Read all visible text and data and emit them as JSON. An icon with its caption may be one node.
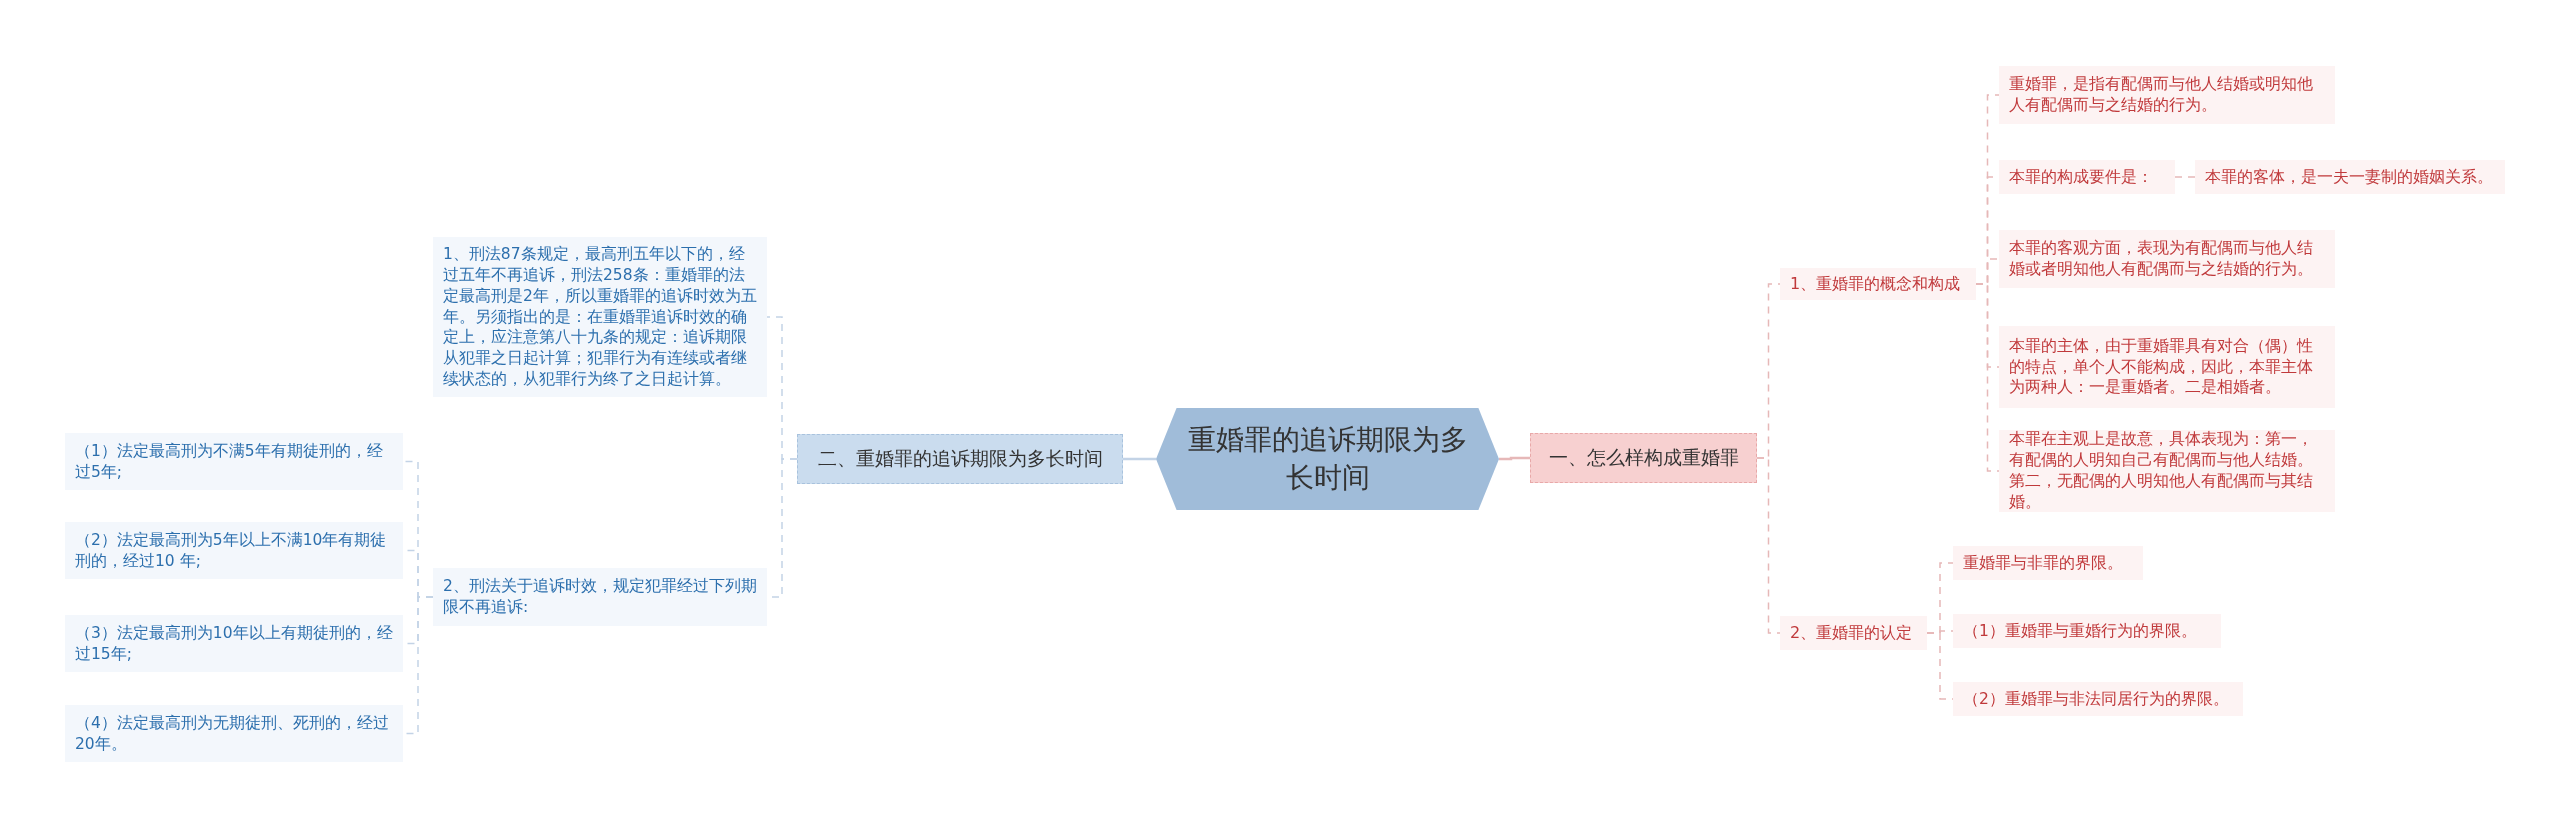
{
  "diagram": {
    "nodes": [
      {
        "text": [
          "重婚罪的追诉期限为多长时间"
        ]
      },
      {
        "text": [
          "一、怎么样构成重婚罪"
        ]
      },
      {
        "text": [
          "1、重婚罪的概念和构成"
        ]
      },
      {
        "text": [
          "重婚罪，是指有配偶而与他人结婚或明知他人有配偶而与之结婚的行为。"
        ]
      },
      {
        "text": [
          "本罪的构成要件是："
        ]
      },
      {
        "text": [
          "本罪的客体，是一夫一妻制的婚姻关系。"
        ]
      },
      {
        "text": [
          "本罪的客观方面，表现为有配偶而与他人结婚或者明知他人有配偶而与之结婚的行为。"
        ]
      },
      {
        "text": [
          "本罪的主体，由于重婚罪具有对合（偶）性的特点，单个人不能构成，因此，本罪主体为两种人：一是重婚者。二是相婚者。"
        ]
      },
      {
        "text": [
          "本罪在主观上是故意，具体表现为：第一，有配偶的人明知自己有配偶而与他人结婚。第二，无配偶的人明知他人有配偶而与其结婚。"
        ]
      },
      {
        "text": [
          "2、重婚罪的认定"
        ]
      },
      {
        "text": [
          "重婚罪与非罪的界限。"
        ]
      },
      {
        "text": [
          "（1）重婚罪与重婚行为的界限。"
        ]
      },
      {
        "text": [
          "（2）重婚罪与非法同居行为的界限。"
        ]
      },
      {
        "text": [
          "二、重婚罪的追诉期限为多长时间"
        ]
      },
      {
        "text": [
          "1、刑法87条规定，最高刑五年以下的，经过五年不再追诉，刑法258条：重婚罪的法定最高刑是2年，所以重婚罪的追诉时效为五年。另须指出的是：在重婚罪追诉时效的确定上，应注意第八十九条的规定：追诉期限从犯罪之日起计算；犯罪行为有连续或者继续状态的，从犯罪行为终了之日起计算。"
        ]
      },
      {
        "text": [
          "2、刑法关于追诉时效，规定犯罪经过下列期限不再追诉:"
        ]
      },
      {
        "text": [
          "（1）法定最高刑为不满5年有期徒刑的，经过5年;"
        ]
      },
      {
        "text": [
          "（2）法定最高刑为5年以上不满10年有期徒刑的，经过10 年;"
        ]
      },
      {
        "text": [
          "（3）法定最高刑为10年以上有期徒刑的，经过15年;"
        ]
      },
      {
        "text": [
          "（4）法定最高刑为无期徒刑、死刑的，经过20年。"
        ]
      }
    ],
    "edges": [
      {
        "from": 0,
        "to": 1,
        "arrow": "none"
      },
      {
        "from": 1,
        "to": 2,
        "arrow": "none",
        "style": "dashed"
      },
      {
        "from": 2,
        "to": 3,
        "arrow": "none",
        "style": "dashed"
      },
      {
        "from": 2,
        "to": 4,
        "arrow": "none",
        "style": "dashed"
      },
      {
        "from": 4,
        "to": 5,
        "arrow": "none",
        "style": "dashed"
      },
      {
        "from": 2,
        "to": 6,
        "arrow": "none",
        "style": "dashed"
      },
      {
        "from": 2,
        "to": 7,
        "arrow": "none",
        "style": "dashed"
      },
      {
        "from": 2,
        "to": 8,
        "arrow": "none",
        "style": "dashed"
      },
      {
        "from": 1,
        "to": 9,
        "arrow": "none",
        "style": "dashed"
      },
      {
        "from": 9,
        "to": 10,
        "arrow": "none",
        "style": "dashed"
      },
      {
        "from": 9,
        "to": 11,
        "arrow": "none",
        "style": "dashed"
      },
      {
        "from": 9,
        "to": 12,
        "arrow": "none",
        "style": "dashed"
      },
      {
        "from": 0,
        "to": 13,
        "arrow": "none"
      },
      {
        "from": 13,
        "to": 14,
        "arrow": "none",
        "style": "dashed"
      },
      {
        "from": 13,
        "to": 15,
        "arrow": "none",
        "style": "dashed"
      },
      {
        "from": 15,
        "to": 16,
        "arrow": "none",
        "style": "dashed"
      },
      {
        "from": 15,
        "to": 17,
        "arrow": "none",
        "style": "dashed"
      },
      {
        "from": 15,
        "to": 18,
        "arrow": "none",
        "style": "dashed"
      },
      {
        "from": 15,
        "to": 19,
        "arrow": "none",
        "style": "dashed"
      }
    ]
  }
}
